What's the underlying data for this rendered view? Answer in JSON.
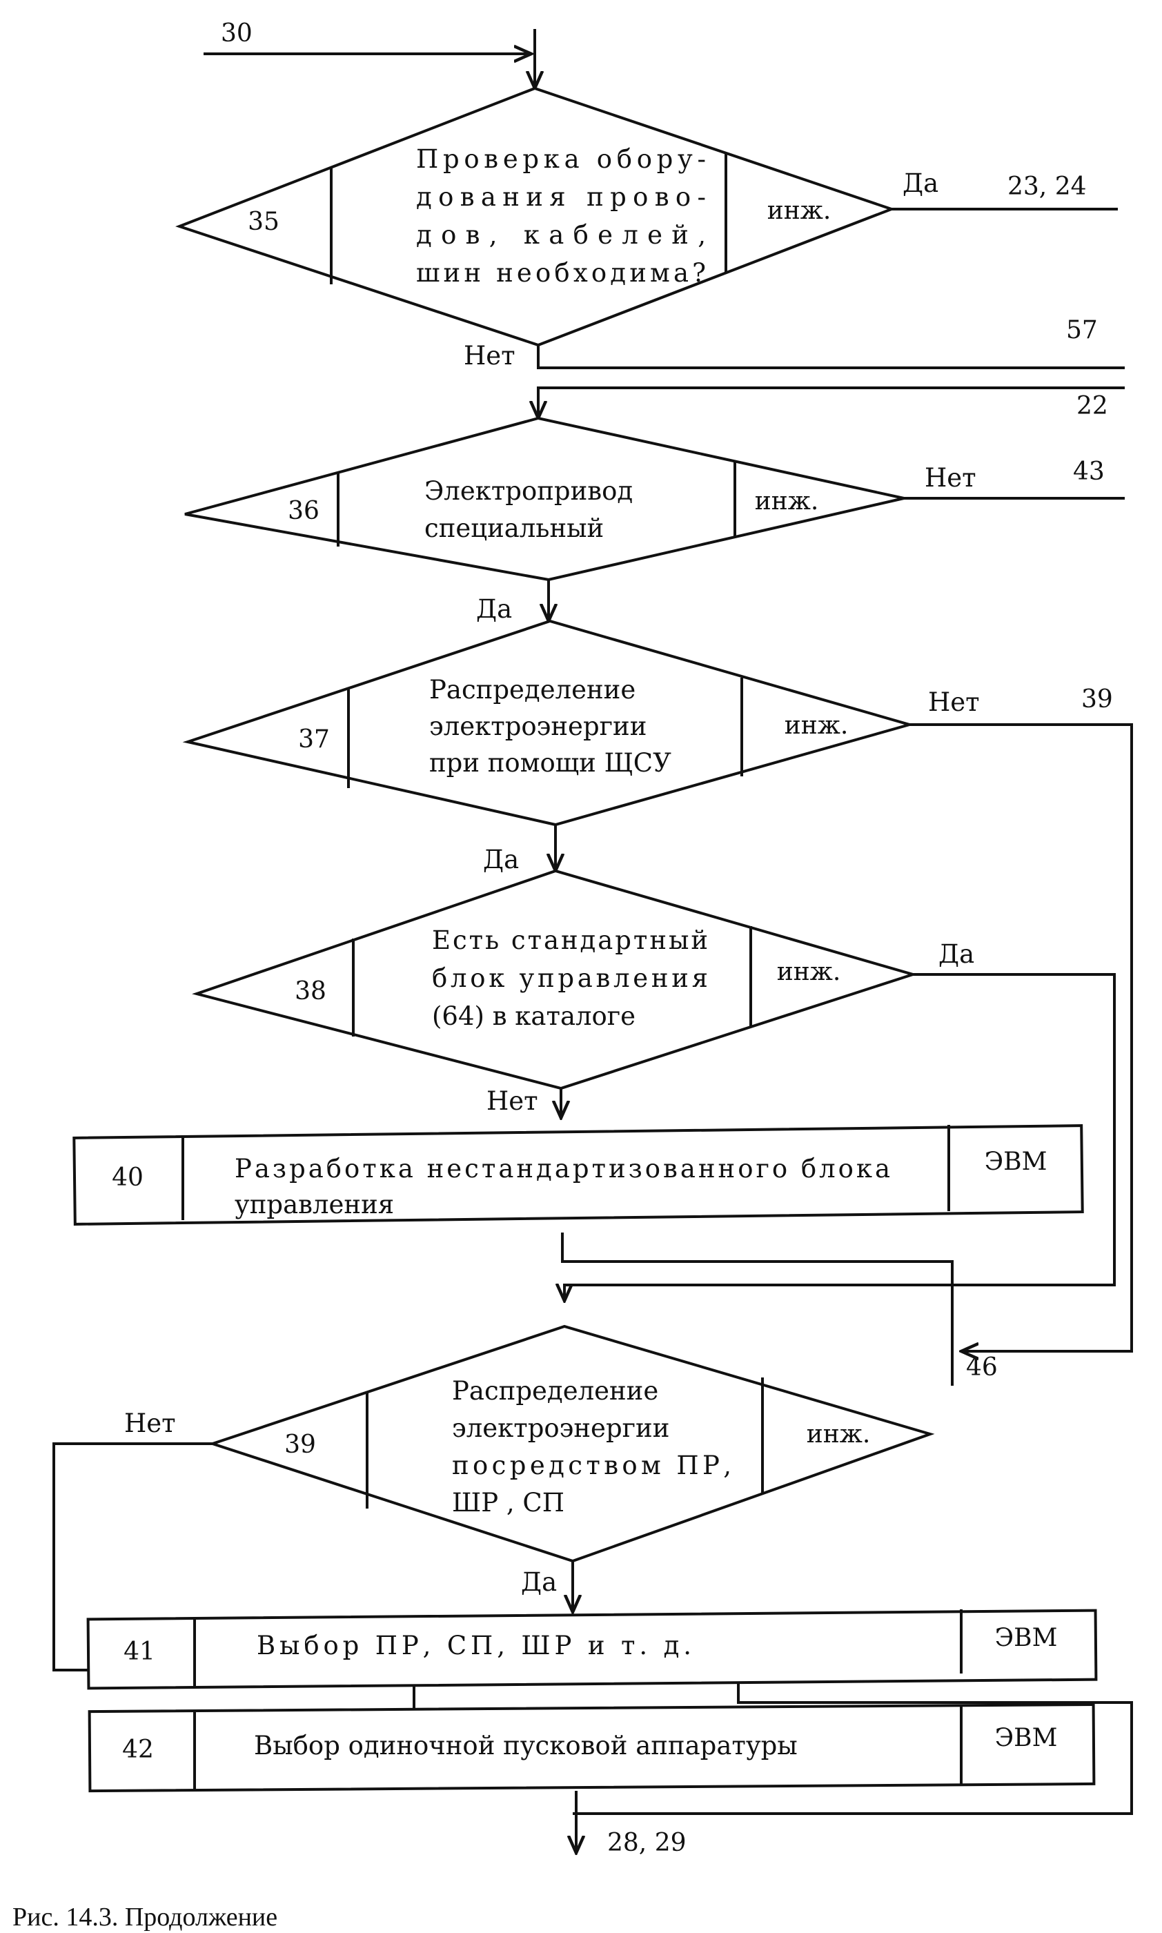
{
  "connectors": {
    "in_top": "30",
    "out_35_yes": "23, 24",
    "out_35_no": "57",
    "in_36": "22",
    "out_36_no": "43",
    "out_37_no": "39",
    "out_46": "46",
    "out_bottom": "28, 29"
  },
  "edges": {
    "yes": "Да",
    "no": "Нет"
  },
  "decisions": [
    {
      "num": "35",
      "tag": "инж.",
      "lines": [
        "Проверка обору-",
        "дования прово-",
        "дов, кабелей,",
        "шин необходима?"
      ]
    },
    {
      "num": "36",
      "tag": "инж.",
      "lines": [
        "Электропривод",
        "специальный"
      ]
    },
    {
      "num": "37",
      "tag": "инж.",
      "lines": [
        "Распределение",
        "электроэнергии",
        "при помощи ЩСУ"
      ]
    },
    {
      "num": "38",
      "tag": "инж.",
      "lines": [
        "Есть стандартный",
        "блок управления",
        "(64) в каталоге"
      ]
    },
    {
      "num": "39",
      "tag": "инж.",
      "lines": [
        "Распределение",
        "электроэнергии",
        "посредством ПР,",
        "ШР , СП"
      ]
    }
  ],
  "processes": [
    {
      "num": "40",
      "tag": "ЭВМ",
      "lines": [
        "Разработка нестандартизованного блока",
        "управления"
      ]
    },
    {
      "num": "41",
      "tag": "ЭВМ",
      "lines": [
        "Выбор ПР, СП, ШР и т. д."
      ]
    },
    {
      "num": "42",
      "tag": "ЭВМ",
      "lines": [
        "Выбор одиночной пусковой аппаратуры"
      ]
    }
  ],
  "caption": "Рис. 14.3. Продолжение"
}
